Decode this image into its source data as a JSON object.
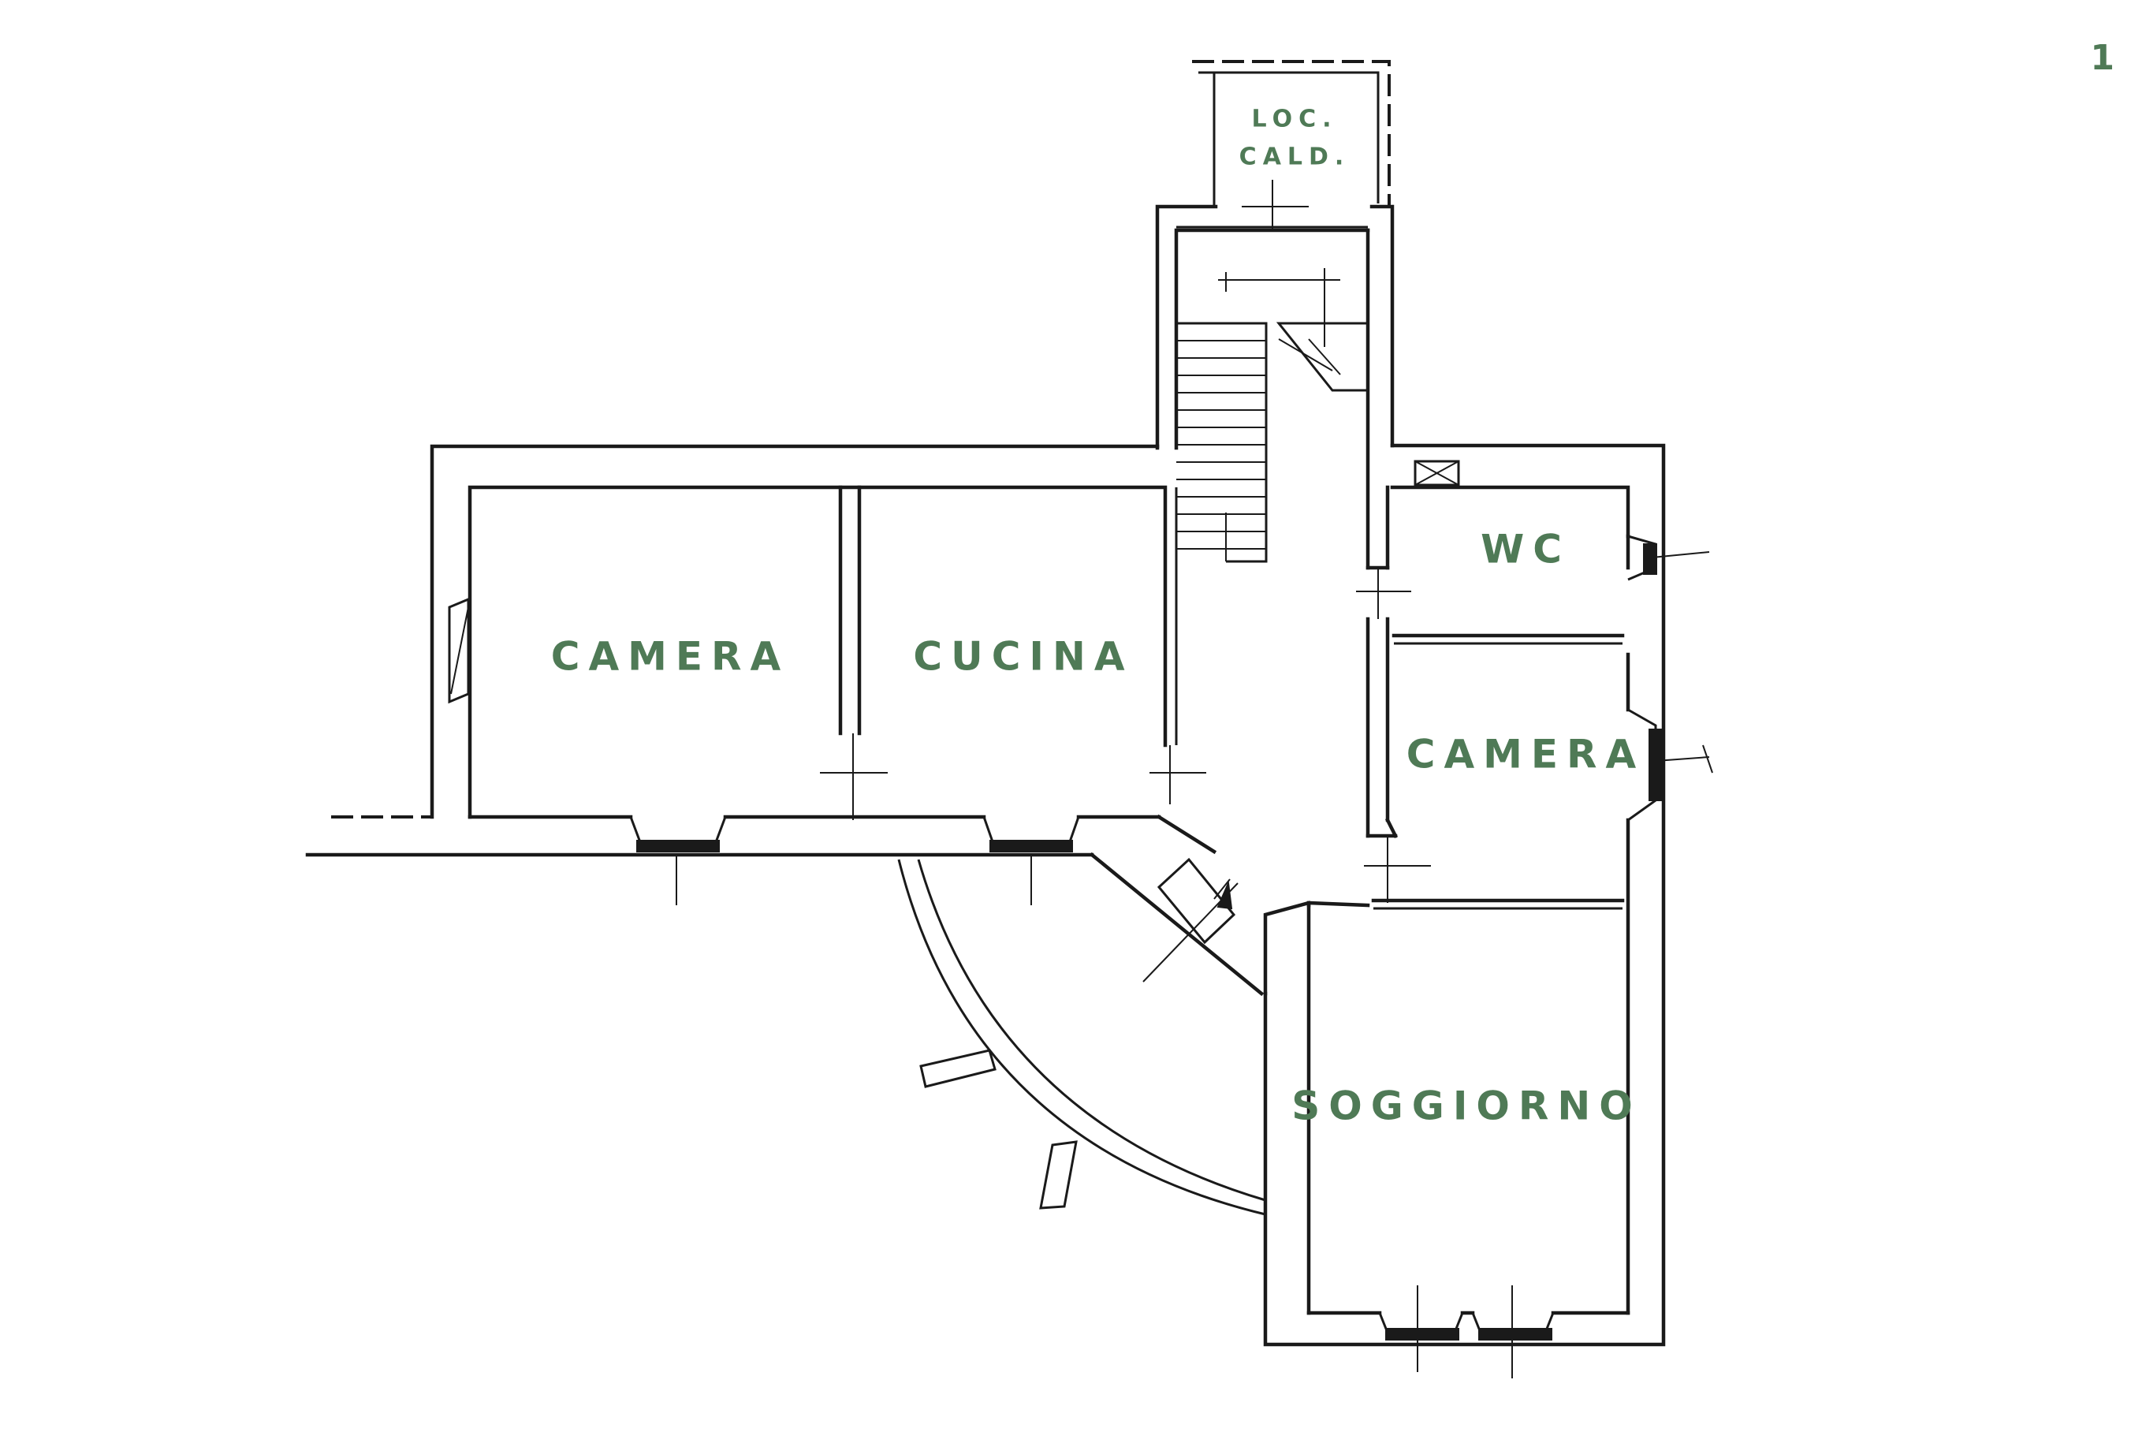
{
  "page_number": "1",
  "colors": {
    "label": "#4f7a56",
    "walls": "#1a1a1a",
    "background": "#ffffff"
  },
  "rooms": {
    "loc_cald_line1": "LOC.",
    "loc_cald_line2": "CALD.",
    "wc": "WC",
    "camera_west": "CAMERA",
    "cucina": "CUCINA",
    "camera_east": "CAMERA",
    "soggiorno": "SOGGIORNO"
  }
}
